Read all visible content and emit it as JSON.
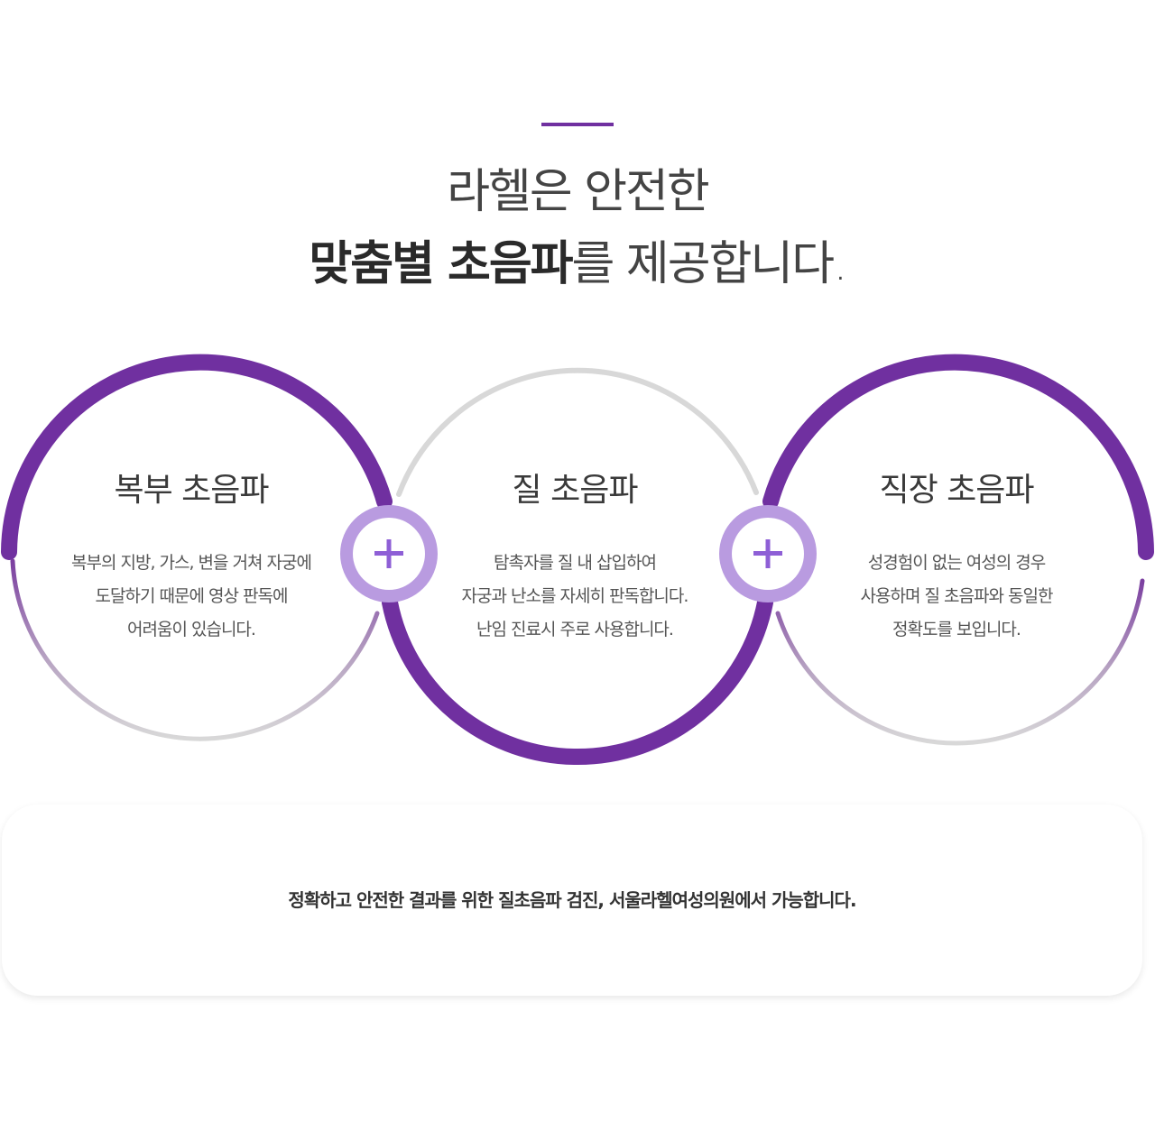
{
  "heading": {
    "line1": "라헬은 안전한",
    "line2_bold": "맞춤별 초음파",
    "line2_rest": "를 제공합니다."
  },
  "items": [
    {
      "title": "복부 초음파",
      "desc": [
        "복부의 지방, 가스, 변을  거쳐 자궁에",
        "도달하기 때문에 영상 판독에",
        "어려움이 있습니다."
      ]
    },
    {
      "title": "질 초음파",
      "desc": [
        "탐촉자를 질 내 삽입하여",
        "자궁과 난소를 자세히 판독합니다.",
        "난임 진료시 주로 사용합니다."
      ]
    },
    {
      "title": "직장 초음파",
      "desc": [
        "성경험이 없는 여성의 경우",
        "사용하며 질 초음파와 동일한",
        "정확도를 보입니다."
      ]
    }
  ],
  "plus_icon": "plus-icon",
  "bottom_note": "정확하고 안전한 결과를 위한 질초음파 검진, 서울라헬여성의원에서 가능합니다.",
  "colors": {
    "accent": "#7030a0",
    "ring_gray": "#d8d8d8",
    "plus_outer": "#b99be0",
    "plus_inner": "#8e5fd6"
  }
}
